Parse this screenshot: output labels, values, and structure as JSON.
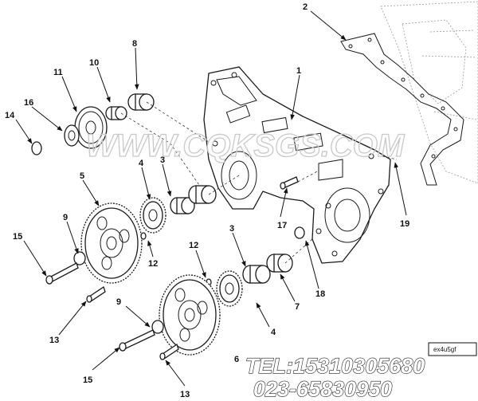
{
  "callouts": {
    "c1": "1",
    "c2": "2",
    "c3a": "3",
    "c3b": "3",
    "c4a": "4",
    "c4b": "4",
    "c5": "5",
    "c6": "6",
    "c7": "7",
    "c8": "8",
    "c9a": "9",
    "c9b": "9",
    "c10": "10",
    "c11": "11",
    "c12a": "12",
    "c12b": "12",
    "c13a": "13",
    "c13b": "13",
    "c14": "14",
    "c15a": "15",
    "c15b": "15",
    "c16": "16",
    "c17": "17",
    "c18": "18",
    "c19": "19"
  },
  "watermark": "WWW.CQKSGS.COM",
  "contact": {
    "tel": "TEL:15310305680",
    "phone": "023-65830950"
  },
  "reference_code": "ex4u5gf"
}
